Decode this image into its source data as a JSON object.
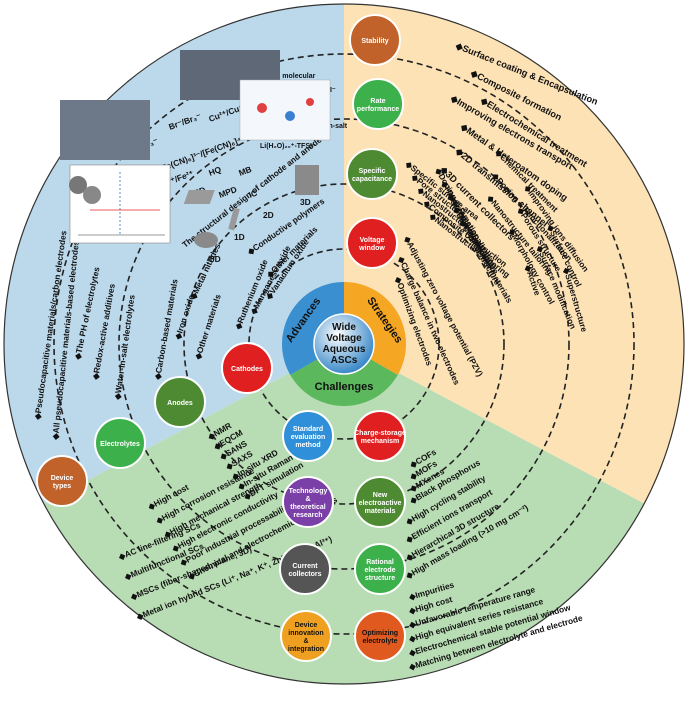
{
  "center": {
    "title_lines": [
      "Wide",
      "Voltage",
      "Aqueous",
      "ASCs"
    ],
    "advances": "Advances",
    "strategies": "Strategies",
    "challenges": "Challenges"
  },
  "colors": {
    "advances_bg": "#bcd9ec",
    "strategies_bg": "#fde2b5",
    "challenges_bg": "#b8dcb3",
    "core_blue": "#3a8fd0",
    "core_orange": "#f5a623",
    "core_green": "#5cb85c"
  },
  "orbs": [
    {
      "key": "stability",
      "label": "Stability",
      "color": "#c0622a"
    },
    {
      "key": "rate",
      "label": "Rate performance",
      "color": "#3cb04a"
    },
    {
      "key": "specific",
      "label": "Specific capacitance",
      "color": "#4e8a32"
    },
    {
      "key": "voltage",
      "label": "Voltage window",
      "color": "#e02020"
    },
    {
      "key": "cathodes",
      "label": "Cathodes",
      "color": "#e02020"
    },
    {
      "key": "anodes",
      "label": "Anodes",
      "color": "#4e8a32"
    },
    {
      "key": "electrolytes",
      "label": "Electrolytes",
      "color": "#3cb04a"
    },
    {
      "key": "devices",
      "label": "Device types",
      "color": "#c0622a"
    },
    {
      "key": "standard",
      "label": "Standard evaluation method",
      "color": "#2f8fd8"
    },
    {
      "key": "charge",
      "label": "Charge-storage mechanism",
      "color": "#e02020"
    },
    {
      "key": "technology",
      "label": "Technology & theoretical research",
      "color": "#7b3fa8"
    },
    {
      "key": "newmat",
      "label": "New electroactive materials",
      "color": "#4e8a32"
    },
    {
      "key": "current",
      "label": "Current collectors",
      "color": "#555555"
    },
    {
      "key": "rational",
      "label": "Rational electrode structure",
      "color": "#3cb04a"
    },
    {
      "key": "device_innov",
      "label": "Device innovation & integration",
      "color": "#f0a020"
    },
    {
      "key": "optimizing",
      "label": "Optimizing electrolyte",
      "color": "#e05a20"
    }
  ],
  "strategies_text": {
    "stability": [
      "Surface coating & Encapsulation",
      "Composite formation",
      "Electrochemical treatment"
    ],
    "rate": [
      "Improving electrons transport",
      "Metal & Heteroatom doping",
      "2D transmission channel",
      "3D current collectors"
    ],
    "specific": [
      "Specific surface area",
      "Pore structure",
      "Nanostructure",
      "Composite construction",
      "Nanostructure tailoring",
      "Doping & Functionalization",
      "Hierarchical 3D structure",
      "Surface modification",
      "Developing new materials",
      "Crystal structure"
    ],
    "voltage": [
      "Adjusting zero voltage potential (PZV)",
      "Charge balance in two electrodes",
      "Optimizing electrodes"
    ],
    "outer": [
      "Chemical treatment",
      "Doping & Functionalization",
      "Nanostructure tailoring",
      "Improving ions diffusion",
      "Porous structure",
      "Morphology control",
      "Surface control",
      "Surface modification",
      "Active",
      "Superstructure"
    ]
  },
  "advances_text": {
    "cathodes": [
      "Ruthenium oxide",
      "Manganese oxide",
      "Vanadium oxide",
      "Conductive polymers",
      "Other materials"
    ],
    "design": "The structural design of cathode and anode",
    "dims": [
      "0D",
      "1D",
      "2D",
      "3D"
    ],
    "anodes": [
      "Carbon-based materials",
      "Iron oxide",
      "Metal nitrides",
      "Other materials"
    ],
    "electrolytes": [
      "Water-in-salt electrolytes",
      "Redox-active additives",
      "The PH of electrolytes"
    ],
    "devices": [
      "All pseudocapacitive materials-based electrodes",
      "Pseudocapacitive materials/carbon electrodes"
    ],
    "redox": [
      "I⁻/I₃⁻",
      "Br⁻/Br₃⁻",
      "Cu²⁺/Cu⁺",
      "[Fe(CN)₆]³⁻/[Fe(CN)₆]⁴⁻",
      "Fe³⁺/Fe²⁺",
      "HQ",
      "MB",
      "PPD",
      "MPD",
      "IC"
    ],
    "wis": [
      "Free H₂O molecular",
      "Free TFSI⁻",
      "Li ion",
      "Water-in-salt",
      "Li(H₂O)₂₀⁺-TFSI⁻"
    ]
  },
  "challenges_text": {
    "standard": [
      "NMR",
      "EQCM",
      "SANS",
      "SAXS",
      "In-situ XRD",
      "In-situ Raman",
      "DFT simulation"
    ],
    "charge": [
      "COFs",
      "MOFs",
      "MXenes",
      "Black phosphorus"
    ],
    "current": [
      "High cost",
      "High corrosion resistance",
      "High mechanical strength",
      "High electronic conductivity",
      "Poor industrial processability",
      "Chemical and electrochemical stabilities"
    ],
    "rational": [
      "High cycling stability",
      "Efficient ions transport",
      "Hierarchical 3D structure",
      "High mass loading (>10 mg cm⁻²)"
    ],
    "devices": [
      "AC line-filtering SCs",
      "Multifunctional SCs",
      "MSCs (fiber-shaped, plane, 3D)",
      "Metal ion hybrid SCs (Li⁺, Na⁺, K⁺, Zn²⁺, Mg²⁺, Al³⁺)"
    ],
    "optimizing": [
      "Impurities",
      "High cost",
      "Unfavorable temperature range",
      "High equivalent series resistance",
      "Electrochemical stable potential window",
      "Matching between electrolyte and electrode"
    ]
  }
}
